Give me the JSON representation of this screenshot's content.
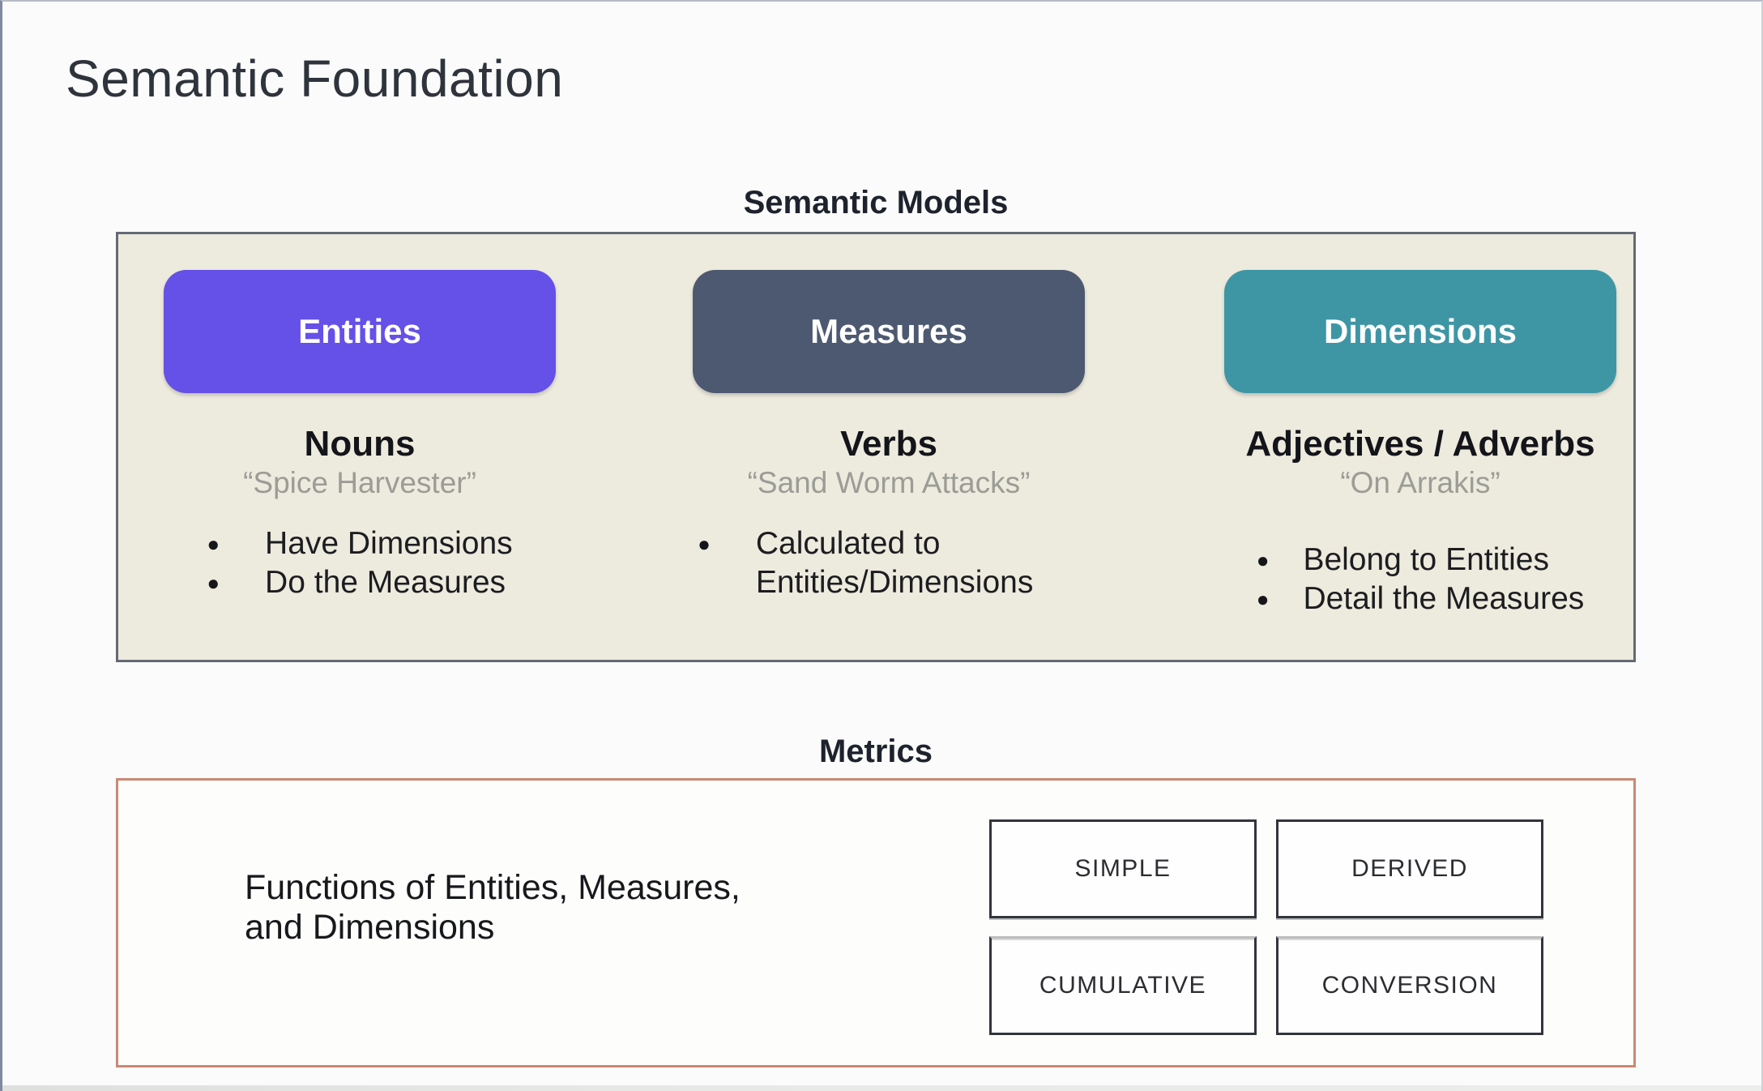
{
  "slide": {
    "title": "Semantic Foundation"
  },
  "semantic_models": {
    "heading": "Semantic Models",
    "panel_bg": "#edeade",
    "panel_border": "#636a75",
    "columns": [
      {
        "label": "Entities",
        "color": "#6550e8",
        "part_of_speech": "Nouns",
        "example": "“Spice Harvester”",
        "bullets": [
          "Have Dimensions",
          "Do the Measures"
        ]
      },
      {
        "label": "Measures",
        "color": "#4d5971",
        "part_of_speech": "Verbs",
        "example": "“Sand Worm Attacks”",
        "bullets": [
          "Calculated to Entities/Dimensions"
        ]
      },
      {
        "label": "Dimensions",
        "color": "#3e96a5",
        "part_of_speech": "Adjectives / Adverbs",
        "example": "“On Arrakis”",
        "bullets": [
          "Belong to Entities",
          "Detail the Measures"
        ]
      }
    ]
  },
  "metrics": {
    "heading": "Metrics",
    "panel_border": "#ca8973",
    "description": [
      "Functions of Entities, Measures,",
      "and Dimensions"
    ],
    "types": [
      "SIMPLE",
      "DERIVED",
      "CUMULATIVE",
      "CONVERSION"
    ]
  }
}
